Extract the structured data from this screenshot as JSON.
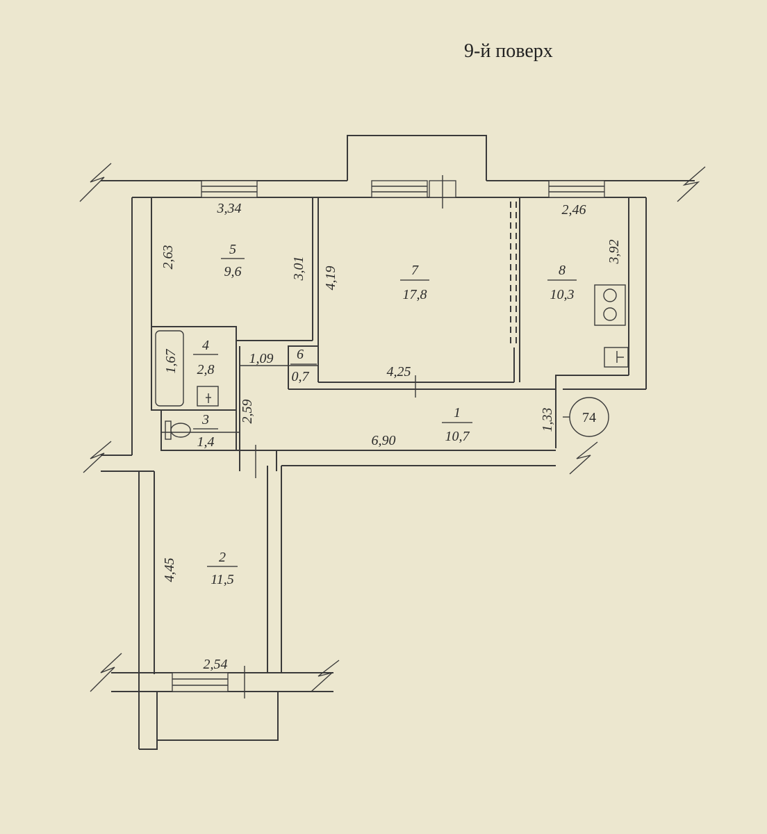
{
  "floor_title": "9-й поверх",
  "rooms": [
    {
      "id": "r1",
      "number": "1",
      "area": "10,7"
    },
    {
      "id": "r2",
      "number": "2",
      "area": "11,5"
    },
    {
      "id": "r3",
      "number": "3",
      "area": "1,4"
    },
    {
      "id": "r4",
      "number": "4",
      "area": "2,8"
    },
    {
      "id": "r5",
      "number": "5",
      "area": "9,6"
    },
    {
      "id": "r6",
      "number": "6",
      "area": "0,7"
    },
    {
      "id": "r7",
      "number": "7",
      "area": "17,8"
    },
    {
      "id": "r8",
      "number": "8",
      "area": "10,3"
    }
  ],
  "dimensions": {
    "d334": "3,34",
    "d263": "2,63",
    "d301": "3,01",
    "d419": "4,19",
    "d246": "2,46",
    "d392": "3,92",
    "d167": "1,67",
    "d109": "1,09",
    "d425": "4,25",
    "d259": "2,59",
    "d690": "6,90",
    "d133": "1,33",
    "d445": "4,45",
    "d254": "2,54"
  },
  "stair_number": "74"
}
